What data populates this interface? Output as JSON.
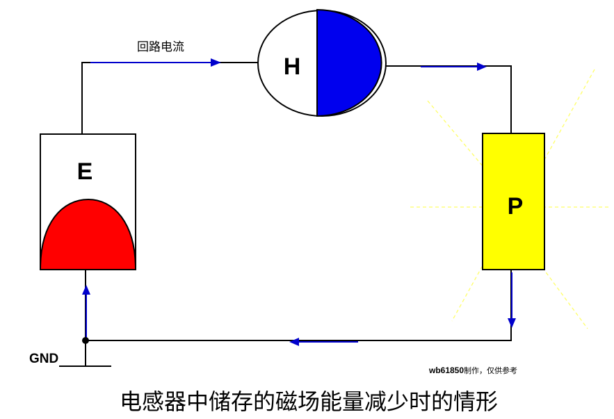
{
  "diagram": {
    "components": {
      "energy_source_label": "E",
      "inductor_label": "H",
      "load_label": "P"
    },
    "flow_label": "回路电流",
    "ground_label": "GND",
    "credit": {
      "id": "wb61850",
      "text": "制作，仅供参考"
    },
    "caption": "电感器中储存的磁场能量减少时的情形",
    "colors": {
      "wire": "#000000",
      "current_arrow": "#0000cc",
      "energy_fill": "#ff0000",
      "inductor_fill": "#0000ee",
      "load_fill": "#ffff00",
      "glow_rays": "#ffff66"
    }
  }
}
